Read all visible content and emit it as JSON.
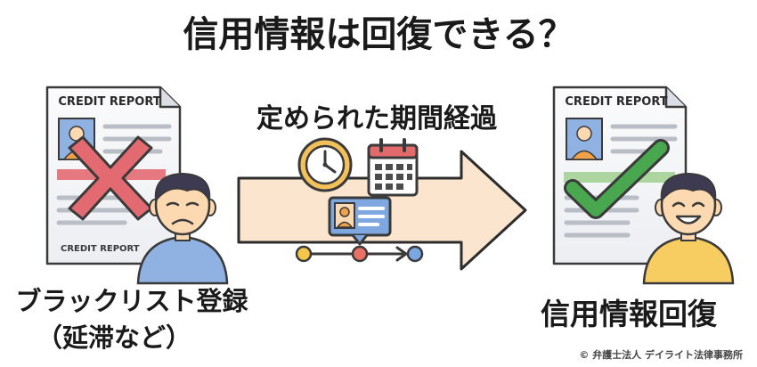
{
  "title": "信用情報は回復できる？",
  "middle_caption": "定められた期間経過",
  "left": {
    "document_header": "CREDIT REPORT",
    "footer": "CREDIT REPORT",
    "caption_line1": "ブラックリスト登録",
    "caption_line2": "（延滞など）"
  },
  "right": {
    "document_header": "CREDIT REPORT",
    "caption": "信用情報回復"
  },
  "copyright": "© 弁護士法人 デイライト法律事務所",
  "icons": [
    "document-icon",
    "cross-mark-icon",
    "sad-person-icon",
    "clock-icon",
    "calendar-icon",
    "id-card-icon",
    "timeline-icon",
    "arrow-icon",
    "check-mark-icon",
    "happy-person-icon"
  ],
  "colors": {
    "arrow_fill": "#fbe5cf",
    "cross": "#e46a72",
    "check": "#49a74f",
    "sad_shirt": "#8fb2e2",
    "happy_shirt": "#f7cc61",
    "skin": "#fcd9b0",
    "hair": "#3e3a52",
    "id_card": "#7fa8e0",
    "calendar_red": "#e36a6a",
    "timeline_yellow": "#f5c64a",
    "timeline_red": "#e97064",
    "timeline_blue": "#7aa7e4"
  }
}
